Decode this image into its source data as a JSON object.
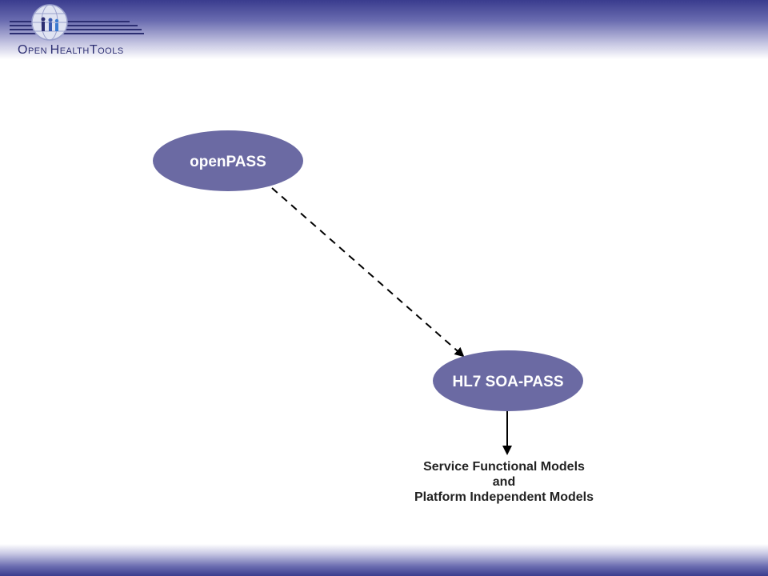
{
  "header": {
    "logo_icon": "globe-people-icon",
    "logo_parts": [
      "O",
      "PEN ",
      "H",
      "EALTH",
      "T",
      "OOLS"
    ]
  },
  "diagram": {
    "nodes": {
      "openpass": {
        "label": "openPASS"
      },
      "hl7": {
        "label": "HL7 SOA-PASS"
      }
    },
    "output": {
      "line1": "Service Functional Models",
      "line2": "and",
      "line3": "Platform Independent Models"
    },
    "colors": {
      "node_fill": "#6b6aa3",
      "arrow": "#000000",
      "brand": "#3a3c8e"
    }
  }
}
